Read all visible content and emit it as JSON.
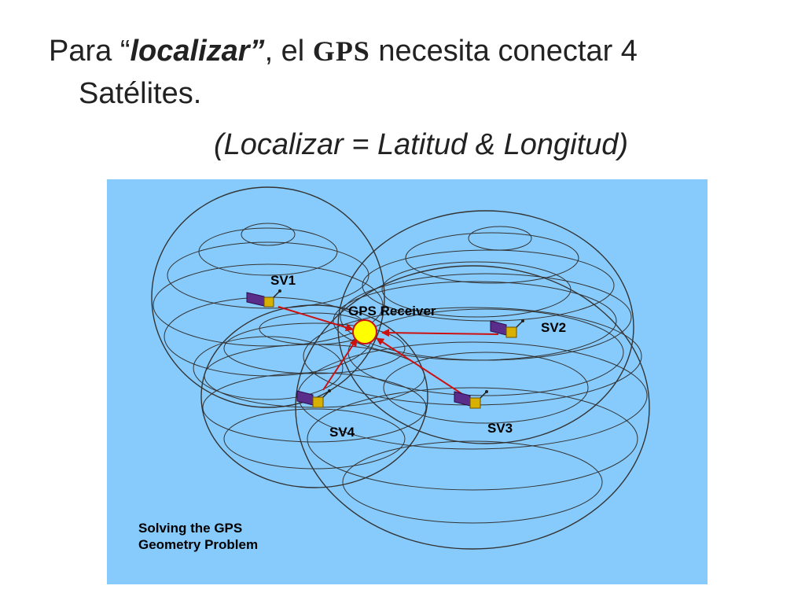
{
  "heading": {
    "prefix": "Para “",
    "emphasis": "localizar”",
    "mid": ", el ",
    "gps": "GPS",
    "suffix": " necesita conectar 4",
    "line2": "Satélites.",
    "line3": "(Localizar = Latitud & Longitud)"
  },
  "diagram": {
    "receiver_label": "GPS Receiver",
    "satellites": [
      {
        "id": "sv1",
        "label": "SV1"
      },
      {
        "id": "sv2",
        "label": "SV2"
      },
      {
        "id": "sv3",
        "label": "SV3"
      },
      {
        "id": "sv4",
        "label": "SV4"
      }
    ],
    "caption_line1": "Solving the GPS",
    "caption_line2": "Geometry Problem"
  },
  "colors": {
    "background": "#87cbfd",
    "sphere_line": "#333333",
    "arrow": "#cc1111",
    "receiver": "#ffff00",
    "panel": "#5a2d8a",
    "satellite_body": "#d8b000"
  }
}
